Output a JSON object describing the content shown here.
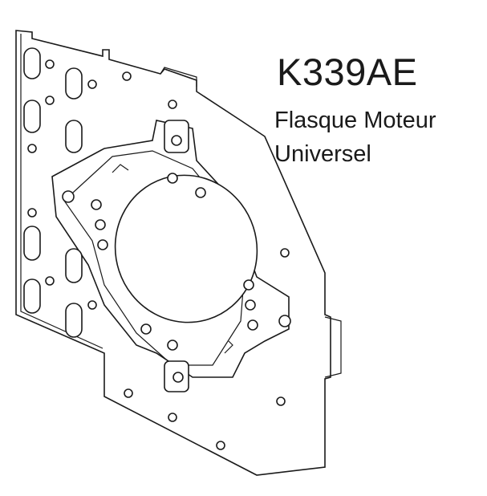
{
  "product": {
    "reference": "K339AE",
    "description_line1": "Flasque Moteur",
    "description_line2": "Universel"
  }
}
